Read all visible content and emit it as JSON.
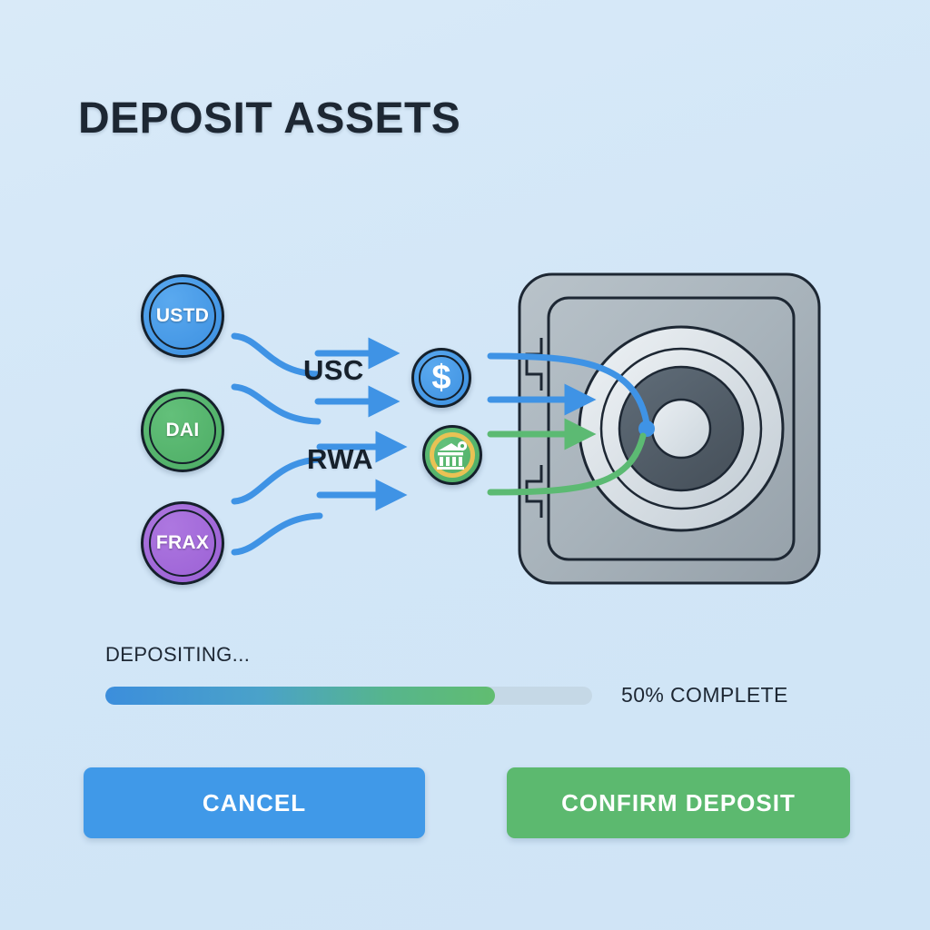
{
  "page": {
    "title": "DEPOSIT ASSETS",
    "background_color": "#d6e8f7"
  },
  "flow": {
    "source_tokens": [
      {
        "ticker": "USTD",
        "color": "#3b8fe0",
        "name": "token-ustd"
      },
      {
        "ticker": "DAI",
        "color": "#4bab63",
        "name": "token-dai"
      },
      {
        "ticker": "FRAX",
        "color": "#9a5fd4",
        "name": "token-frax"
      }
    ],
    "stream_labels": [
      {
        "text": "USC",
        "name": "stream-label-usc"
      },
      {
        "text": "RWA",
        "name": "stream-label-rwa"
      }
    ],
    "destination_coins": [
      {
        "glyph": "$",
        "icon": "dollar-coin-icon",
        "color": "#3b8fe0"
      },
      {
        "glyph": "",
        "icon": "bank-gear-coin-icon",
        "color": "#4bab63",
        "ring_color": "#e9c254"
      }
    ],
    "vault": {
      "icon": "safe-vault-icon",
      "body_color": "#a9b3bb",
      "dial_color": "#4f5a66"
    },
    "arrow_colors": {
      "blue": "#3f93e5",
      "green": "#5cba73"
    }
  },
  "progress": {
    "status_label": "DEPOSITING...",
    "percent_text": "50% COMPLETE",
    "percent_value": 50,
    "fill_ratio_visual": 80,
    "fill_start_color": "#3c8edc",
    "fill_end_color": "#61bd70",
    "track_color": "#c5d8e6"
  },
  "actions": {
    "cancel_label": "CANCEL",
    "cancel_color": "#4099e8",
    "confirm_label": "CONFIRM DEPOSIT",
    "confirm_color": "#5cb96f"
  }
}
